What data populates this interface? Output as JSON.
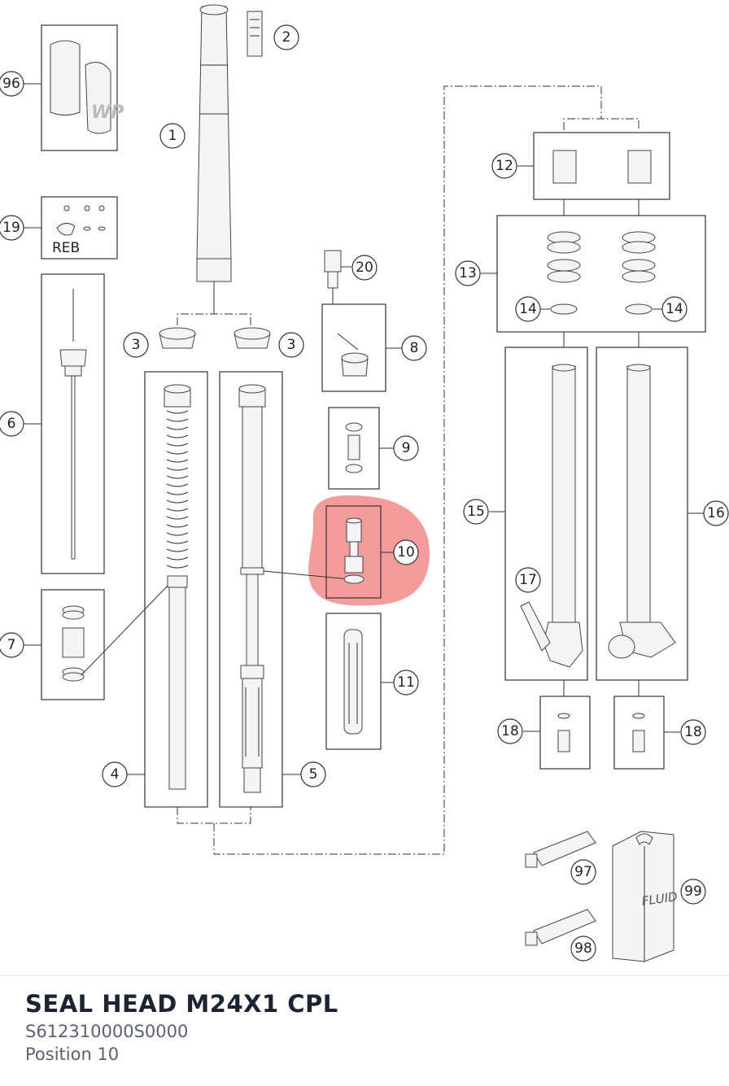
{
  "part": {
    "title": "SEAL HEAD M24X1 CPL",
    "number": "S612310000S0000",
    "position": "Position 10"
  },
  "diagram": {
    "highlight_color": "#f07a7a",
    "highlighted_callout": "10",
    "reb_label": "REB",
    "fluid_label": "FLUID",
    "callouts": [
      "96",
      "19",
      "6",
      "7",
      "1",
      "2",
      "3",
      "3",
      "4",
      "5",
      "20",
      "8",
      "9",
      "10",
      "11",
      "12",
      "13",
      "14",
      "14",
      "15",
      "16",
      "17",
      "18",
      "18",
      "97",
      "98",
      "99"
    ]
  }
}
